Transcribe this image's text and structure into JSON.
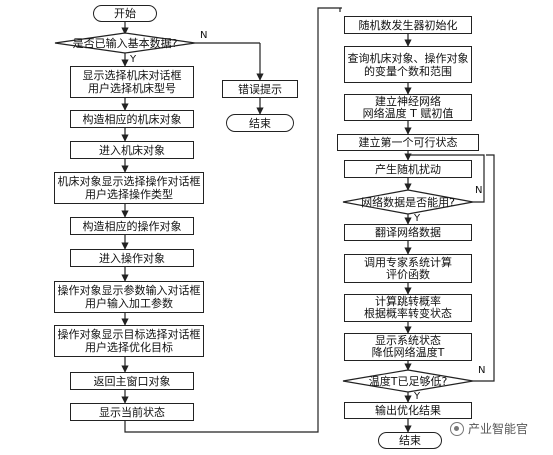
{
  "flowchart": {
    "left": {
      "start": "开始",
      "decision_basic_data": "是否已输入基本数据?",
      "yes_label": "Y",
      "no_label": "N",
      "select_machine": "显示选择机床对话框\n用户选择机床型号",
      "build_machine": "构造相应的机床对象",
      "enter_machine": "进入机床对象",
      "select_operation": "机床对象显示选择操作对话框\n用户选择操作类型",
      "build_operation": "构造相应的操作对象",
      "enter_operation": "进入操作对象",
      "input_params": "操作对象显示参数输入对话框\n用户输入加工参数",
      "select_goal": "操作对象显示目标选择对话框\n用户选择优化目标",
      "return_main": "返回主窗口对象",
      "show_state": "显示当前状态",
      "error_prompt": "错误提示",
      "end_left": "结束"
    },
    "right": {
      "init_rng": "随机数发生器初始化",
      "query_vars": "查询机床对象、操作对象\n的变量个数和范围",
      "build_network": "建立神经网络\n网络温度 T 赋初值",
      "first_state": "建立第一个可行状态",
      "perturb": "产生随机扰动",
      "decision_usable": "网络数据是否能用?",
      "yes_label": "Y",
      "no_label": "N",
      "translate": "翻译网络数据",
      "evaluate": "调用专家系统计算\n评价函数",
      "transition": "计算跳转概率\n根据概率转变状态",
      "show_lower": "显示系统状态\n降低网络温度T",
      "decision_temp": "温度T已足够低?",
      "yes_label2": "Y",
      "no_label2": "N",
      "output": "输出优化结果",
      "end_right": "结束"
    }
  },
  "watermark": {
    "text": "产业智能官",
    "icon": "wechat-logo-icon"
  }
}
